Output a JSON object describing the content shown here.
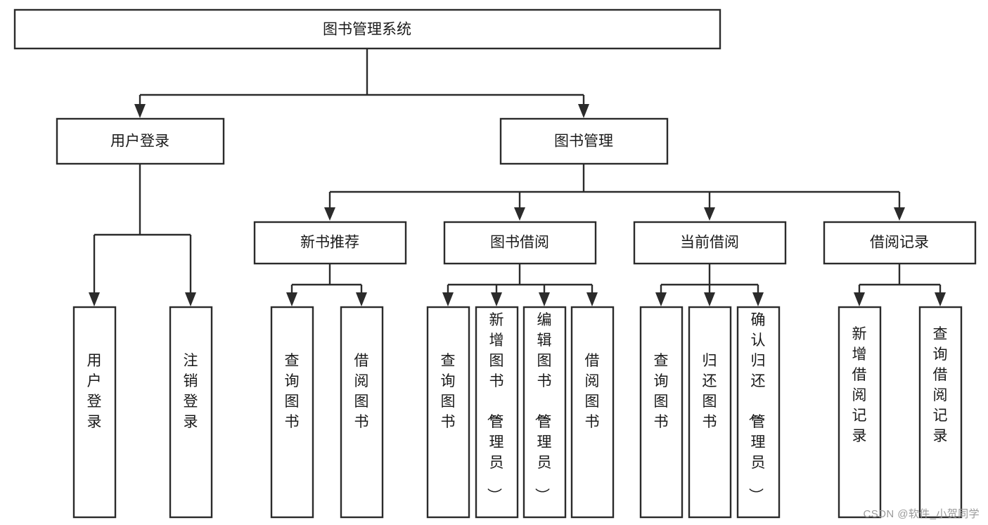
{
  "diagram": {
    "type": "tree",
    "title": "图书管理系统",
    "root": {
      "id": "root",
      "label": "图书管理系统",
      "orientation": "horizontal"
    },
    "level2": [
      {
        "id": "user-login",
        "label": "用户登录",
        "orientation": "horizontal"
      },
      {
        "id": "book-manage",
        "label": "图书管理",
        "orientation": "horizontal"
      }
    ],
    "level3": [
      {
        "id": "new-book-recommend",
        "label": "新书推荐",
        "orientation": "horizontal",
        "parent": "book-manage"
      },
      {
        "id": "book-borrow",
        "label": "图书借阅",
        "orientation": "horizontal",
        "parent": "book-manage"
      },
      {
        "id": "current-borrow",
        "label": "当前借阅",
        "orientation": "horizontal",
        "parent": "book-manage"
      },
      {
        "id": "borrow-record",
        "label": "借阅记录",
        "orientation": "horizontal",
        "parent": "book-manage"
      }
    ],
    "leaves": [
      {
        "id": "leaf-user-login",
        "label": "用户登录",
        "orientation": "vertical",
        "parent": "user-login"
      },
      {
        "id": "leaf-user-logout",
        "label": "注销登录",
        "orientation": "vertical",
        "parent": "user-login"
      },
      {
        "id": "leaf-query-book-1",
        "label": "查询图书",
        "orientation": "vertical",
        "parent": "new-book-recommend"
      },
      {
        "id": "leaf-borrow-book-1",
        "label": "借阅图书",
        "orientation": "vertical",
        "parent": "new-book-recommend"
      },
      {
        "id": "leaf-query-book-2",
        "label": "查询图书",
        "orientation": "vertical",
        "parent": "book-borrow"
      },
      {
        "id": "leaf-add-book",
        "label": "新增图书（管理员）",
        "orientation": "vertical",
        "parent": "book-borrow"
      },
      {
        "id": "leaf-edit-book",
        "label": "编辑图书（管理员）",
        "orientation": "vertical",
        "parent": "book-borrow"
      },
      {
        "id": "leaf-borrow-book-2",
        "label": "借阅图书",
        "orientation": "vertical",
        "parent": "book-borrow"
      },
      {
        "id": "leaf-query-book-3",
        "label": "查询图书",
        "orientation": "vertical",
        "parent": "current-borrow"
      },
      {
        "id": "leaf-return-book",
        "label": "归还图书",
        "orientation": "vertical",
        "parent": "current-borrow"
      },
      {
        "id": "leaf-confirm-return",
        "label": "确认归还（管理员）",
        "orientation": "vertical",
        "parent": "current-borrow"
      },
      {
        "id": "leaf-add-record",
        "label": "新增借阅记录",
        "orientation": "vertical",
        "parent": "borrow-record"
      },
      {
        "id": "leaf-query-record",
        "label": "查询借阅记录",
        "orientation": "vertical",
        "parent": "borrow-record"
      }
    ]
  },
  "colors": {
    "stroke": "#2b2b2b",
    "fill": "#ffffff",
    "text": "#1a1a1a",
    "watermark": "#9a9a9a",
    "background": "#ffffff"
  },
  "watermark": {
    "text": "CSDN @软件_小贺同学"
  }
}
